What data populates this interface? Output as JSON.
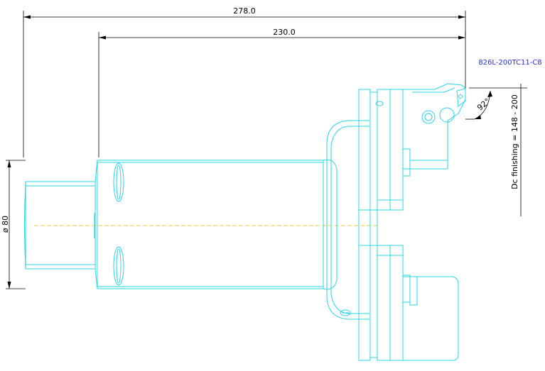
{
  "drawing": {
    "dimensions": {
      "overall_length": "278.0",
      "body_length": "230.0",
      "shank_diameter": "ø 80",
      "cut_angle": "92°",
      "finishing_range": "Dc finishing = 148 - 200"
    },
    "insert_code": "826L-200TC11-C8",
    "colors": {
      "geometry": "#2ad4e6",
      "dimension": "#000000",
      "axis": "#e6d23a",
      "code_text": "#2b2bd6"
    }
  }
}
